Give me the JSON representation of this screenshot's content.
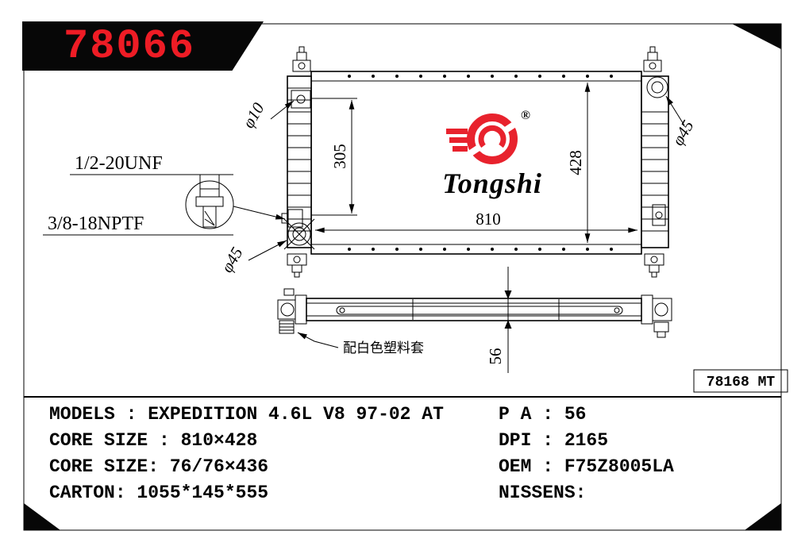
{
  "banner": {
    "part_number": "78066"
  },
  "logo": {
    "brand": "Tongshi",
    "registered": "®"
  },
  "drawing": {
    "front": {
      "width": "810",
      "height": "428",
      "port_span": "305",
      "inlet_dia": "φ10",
      "neck_dia": "φ45",
      "drain_dia": "φ45",
      "thread_top": "1/2-20UNF",
      "thread_bottom": "3/8-18NPTF"
    },
    "side": {
      "thickness": "56",
      "note": "配白色塑料套"
    },
    "ref_code": "78168 MT"
  },
  "specs": {
    "left": [
      "MODELS : EXPEDITION 4.6L V8 97-02 AT",
      "CORE SIZE : 810×428",
      "CORE SIZE: 76/76×436",
      "CARTON: 1055*145*555"
    ],
    "right": [
      "P A : 56",
      "DPI : 2165",
      "OEM : F75Z8005LA",
      "NISSENS:"
    ]
  }
}
